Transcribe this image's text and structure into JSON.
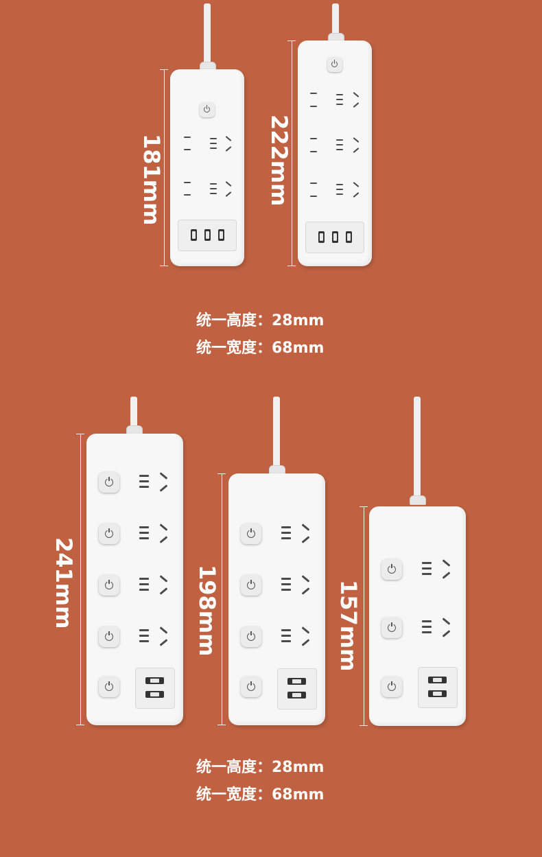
{
  "top": {
    "strip_a": {
      "length_label": "181mm"
    },
    "strip_b": {
      "length_label": "222mm"
    },
    "caption": {
      "height": "统一高度：28mm",
      "width": "统一宽度：68mm"
    }
  },
  "bottom": {
    "strip_c": {
      "length_label": "241mm"
    },
    "strip_d": {
      "length_label": "198mm"
    },
    "strip_e": {
      "length_label": "157mm"
    },
    "caption": {
      "height": "统一高度：28mm",
      "width": "统一宽度：68mm"
    }
  },
  "colors": {
    "background": "#c06242",
    "strip": "#f7f7f7",
    "text": "#ffffff"
  }
}
